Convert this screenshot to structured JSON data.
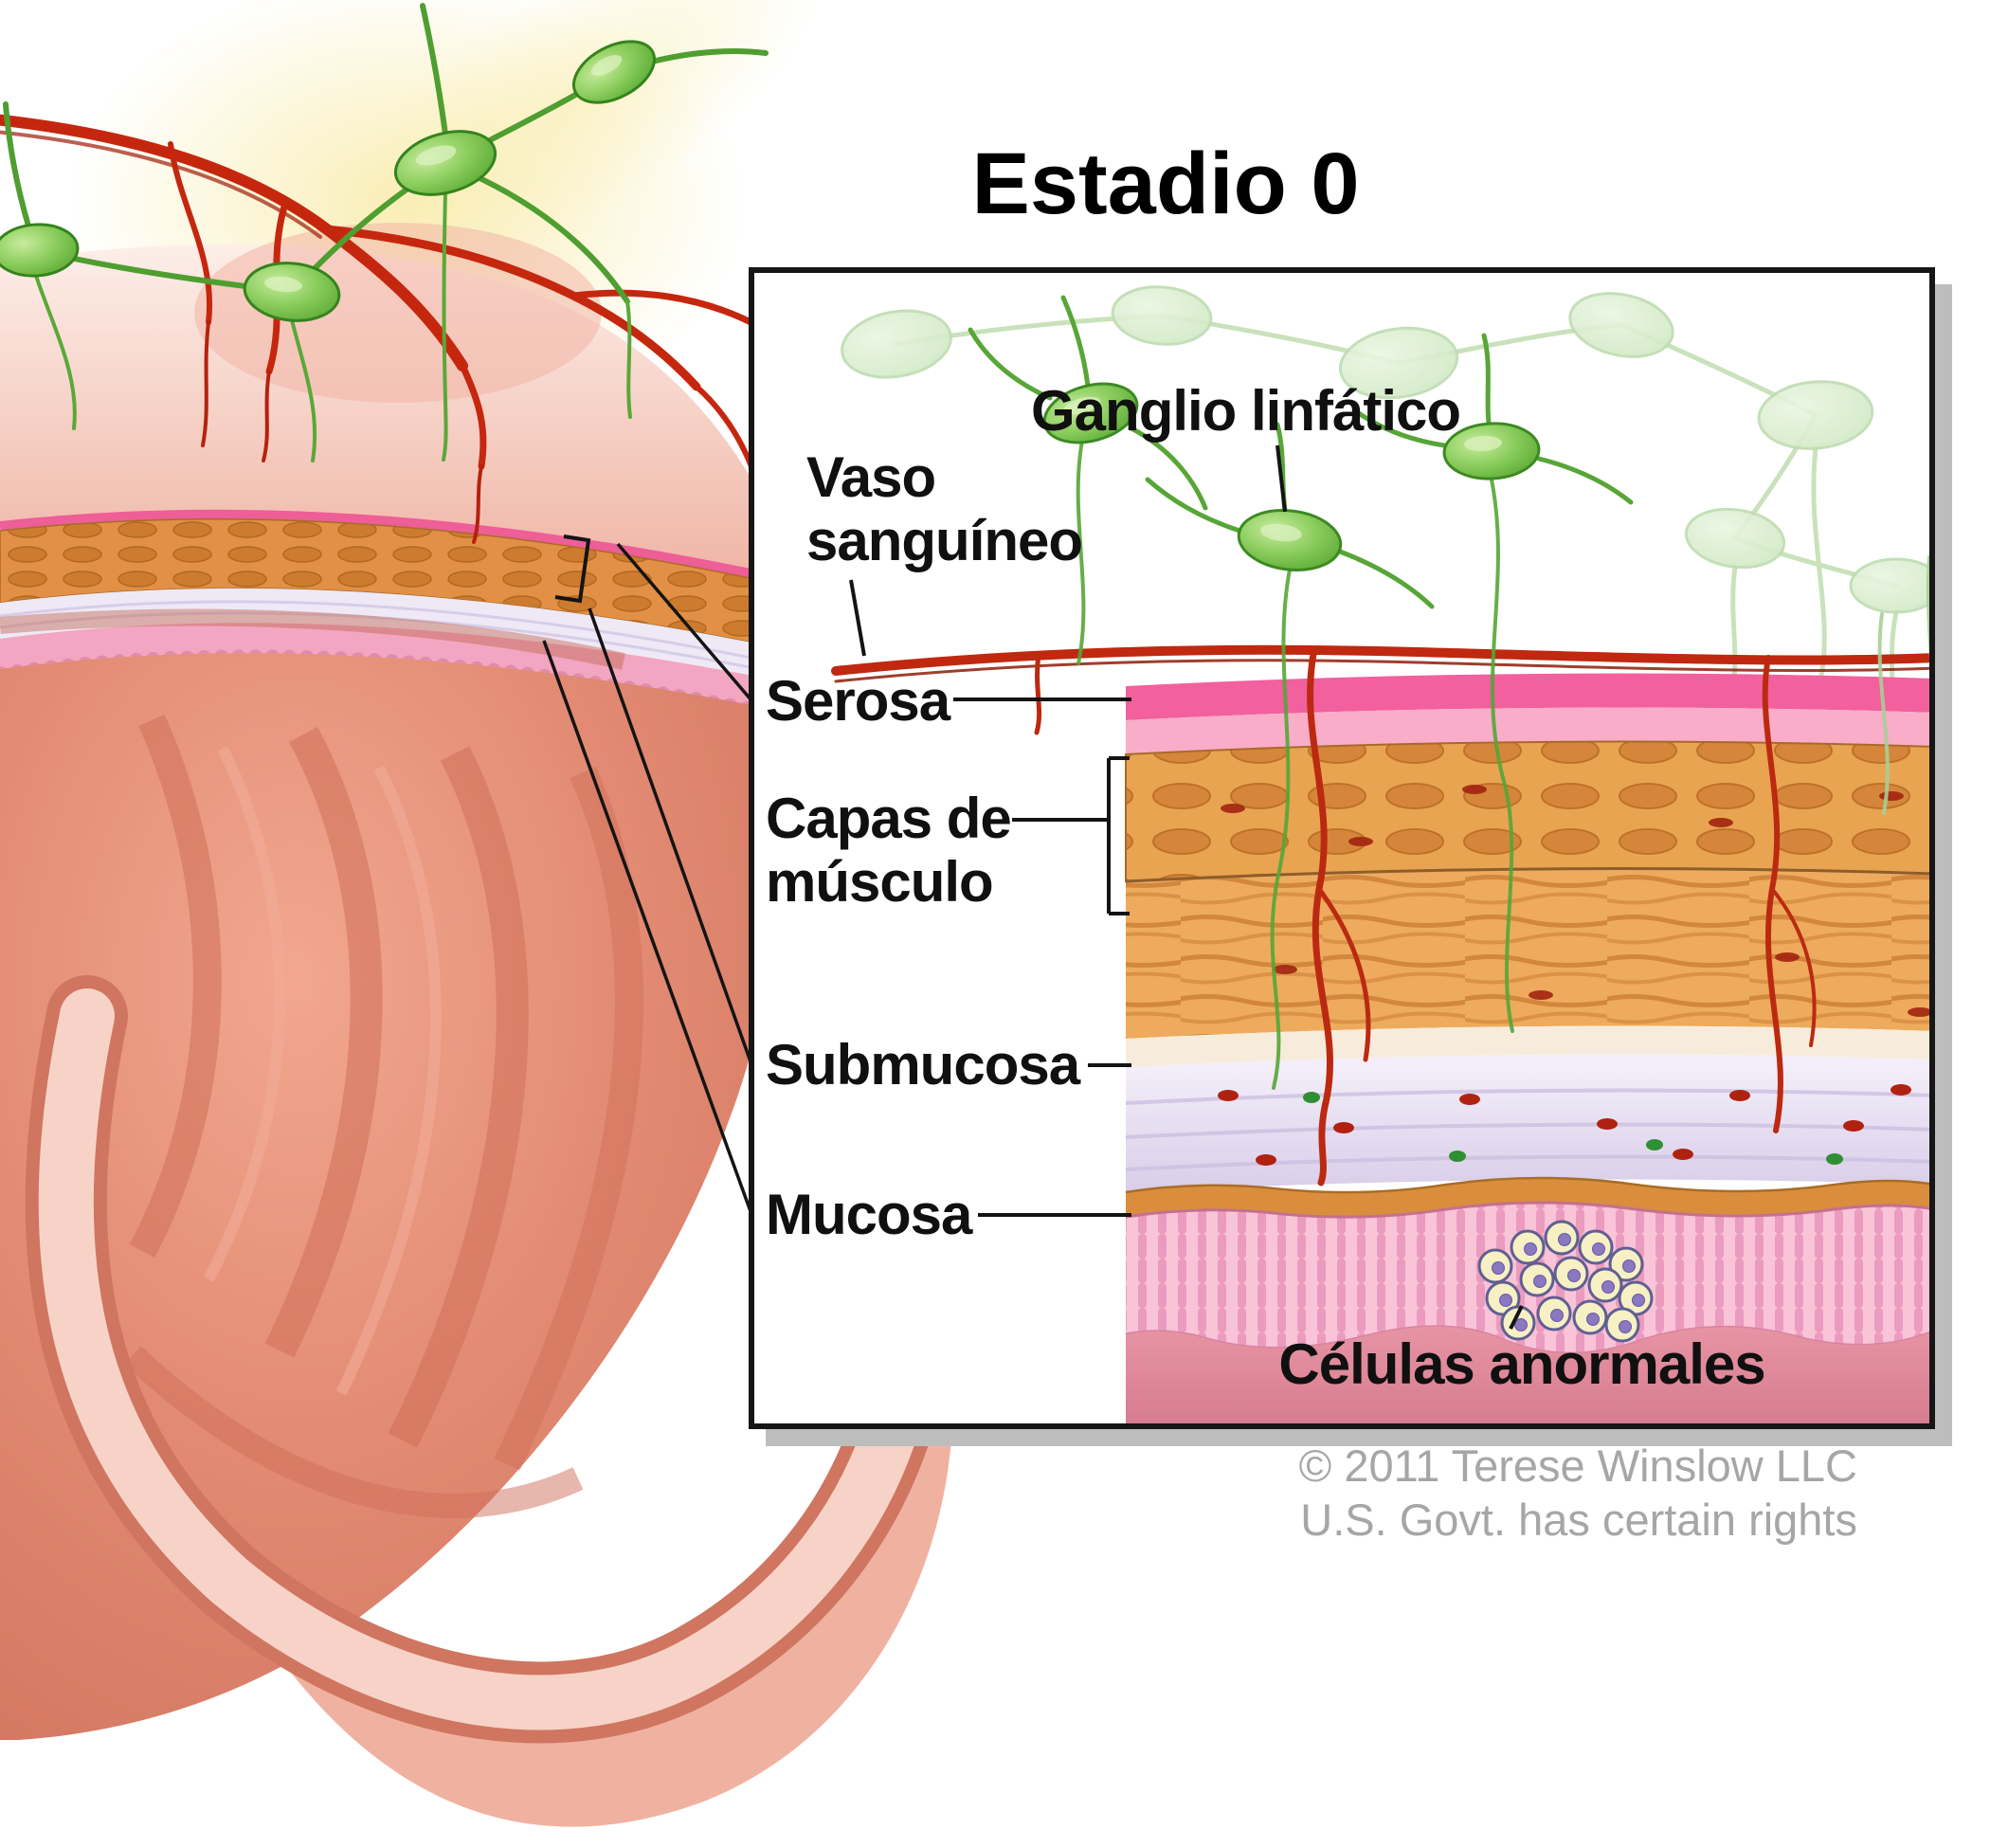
{
  "title": "Estadio 0",
  "inset": {
    "labels": {
      "ganglio": "Ganglio linfático",
      "vaso_line1": "Vaso",
      "vaso_line2": "sanguíneo",
      "serosa": "Serosa",
      "capas_line1": "Capas de",
      "capas_line2": "músculo",
      "submucosa": "Submucosa",
      "mucosa": "Mucosa",
      "celulas": "Células anormales"
    }
  },
  "copyright": {
    "line1": "© 2011 Terese Winslow LLC",
    "line2": "U.S. Govt. has certain rights"
  },
  "colors": {
    "lymph_node_green": "#6fbf45",
    "blood_vessel_red": "#c0280f",
    "serosa_pink": "#f2609e",
    "muscle_orange": "#e9a452",
    "submucosa_lavender": "#e5dbf0",
    "mucosa_pink": "#f8c1d6",
    "abnormal_cell_fill": "#f6f0c4",
    "abnormal_cell_nucleus": "#8a78c0"
  }
}
